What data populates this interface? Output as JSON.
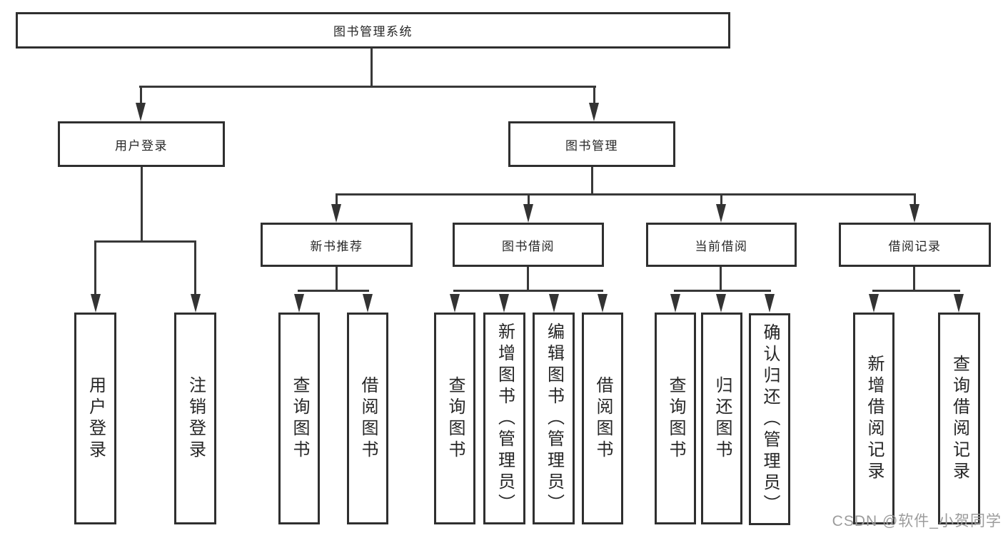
{
  "tree": {
    "label": "图书管理系统",
    "children": [
      {
        "label": "用户登录",
        "children": [
          {
            "label": "用户登录"
          },
          {
            "label": "注销登录"
          }
        ]
      },
      {
        "label": "图书管理",
        "children": [
          {
            "label": "新书推荐",
            "children": [
              {
                "label": "查询图书"
              },
              {
                "label": "借阅图书"
              }
            ]
          },
          {
            "label": "图书借阅",
            "children": [
              {
                "label": "查询图书"
              },
              {
                "label": "新增图书（管理员）"
              },
              {
                "label": "编辑图书（管理员）"
              },
              {
                "label": "借阅图书"
              }
            ]
          },
          {
            "label": "当前借阅",
            "children": [
              {
                "label": "查询图书"
              },
              {
                "label": "归还图书"
              },
              {
                "label": "确认归还（管理员）"
              }
            ]
          },
          {
            "label": "借阅记录",
            "children": [
              {
                "label": "新增借阅记录"
              },
              {
                "label": "查询借阅记录"
              }
            ]
          }
        ]
      }
    ]
  },
  "watermark": "CSDN @软件_小贺同学",
  "colors": {
    "border": "#2f2f2f",
    "line": "#383838",
    "text": "#262626",
    "watermark_text": "#9c9c9c",
    "background": "#ffffff"
  }
}
